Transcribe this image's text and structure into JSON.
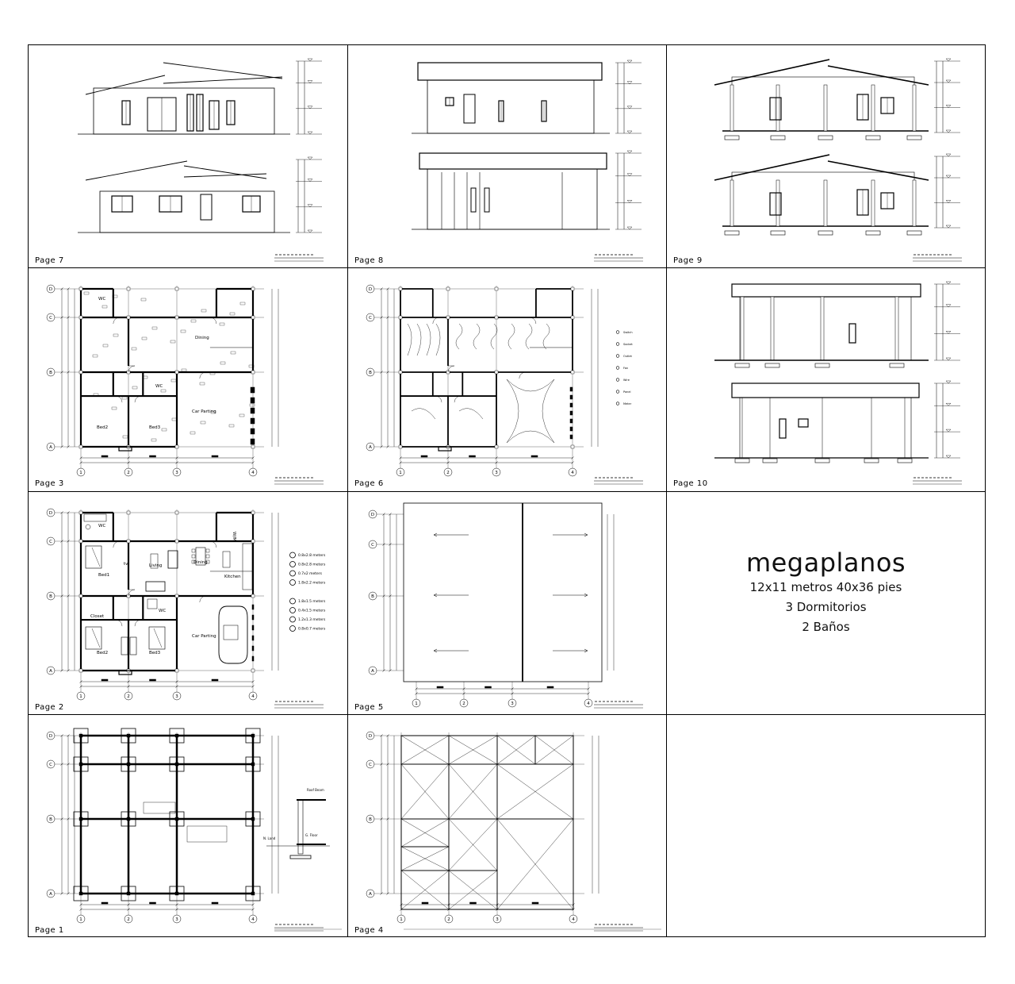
{
  "pages": {
    "p7": "Page 7",
    "p8": "Page 8",
    "p9": "Page 9",
    "p3": "Page 3",
    "p6": "Page 6",
    "p10": "Page 10",
    "p2": "Page 2",
    "p5": "Page 5",
    "p1": "Page 1",
    "p4": "Page 4"
  },
  "grid": {
    "rows": [
      "A",
      "B",
      "C",
      "D"
    ],
    "cols": [
      "1",
      "2",
      "3",
      "4"
    ]
  },
  "rooms": {
    "wc": "WC",
    "dining": "Dining",
    "living": "Living",
    "kitchen": "Kitchen",
    "bed1": "Bed1",
    "bed2": "Bed2",
    "bed3": "Bed3",
    "closet": "Closet",
    "car": "Car Parting",
    "tv": "tv",
    "wm": "W/M"
  },
  "window_legend": [
    "0.8x2.8 meters",
    "0.8x2.8 meters",
    "0.7x2 meters",
    "1.8x2.2 meters",
    "1.8x1.5 meters",
    "0.4x1.5 meters",
    "1.2x1.3 meters",
    "0.8x0.7 meters"
  ],
  "electrical_legend": [
    "Switch",
    "Socket",
    "Outlet",
    "Fan",
    "Wire",
    "Panel",
    "Meter"
  ],
  "section_detail": {
    "roof_beam": "Roof Beam",
    "ground_floor": "G. Floor",
    "natural_land": "N. Land"
  },
  "brand": {
    "name": "megaplanos",
    "size": "12x11 metros 40x36 pies",
    "bedrooms": "3 Dormitorios",
    "baths": "2 Baños"
  }
}
